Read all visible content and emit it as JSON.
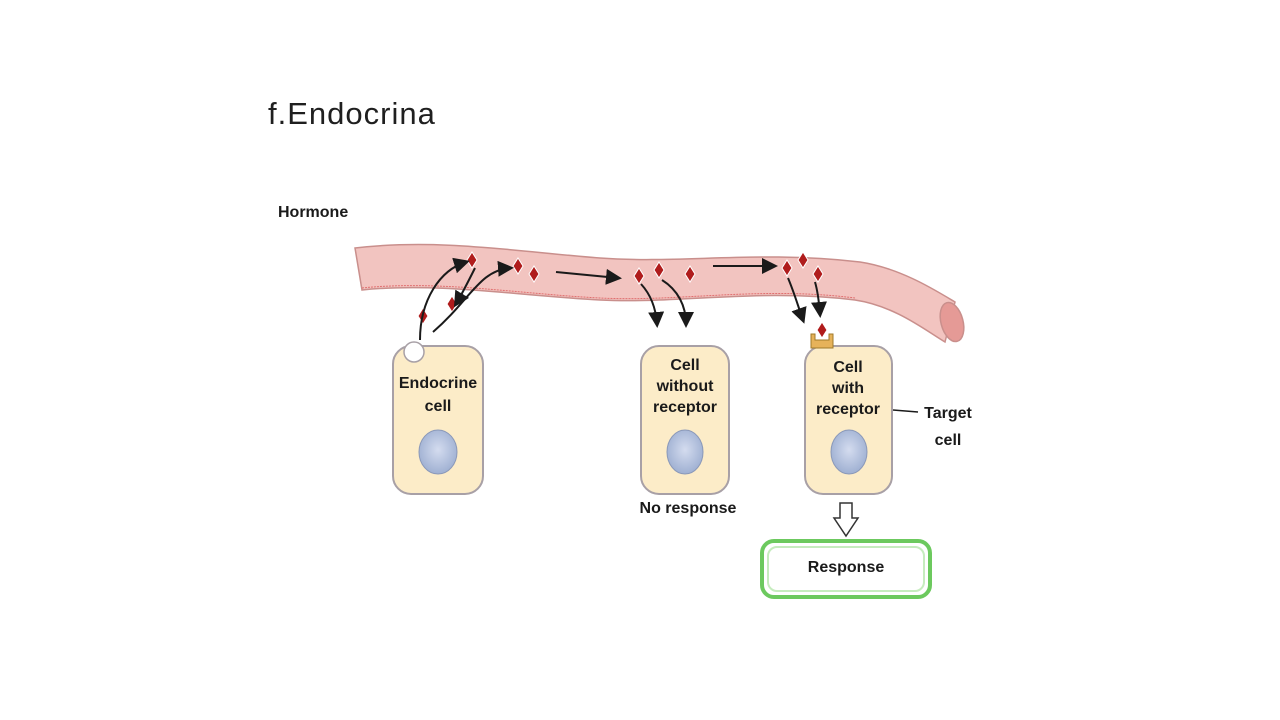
{
  "slide": {
    "title": "f.Endocrina"
  },
  "diagram": {
    "hormone_label": "Hormone",
    "endocrine_cell_label": [
      "Endocrine",
      "cell"
    ],
    "cell_without_receptor_label": [
      "Cell",
      "without",
      "receptor"
    ],
    "cell_with_receptor_label": [
      "Cell",
      "with",
      "receptor"
    ],
    "target_cell_label": [
      "Target",
      "cell"
    ],
    "no_response_label": "No response",
    "response_label": "Response",
    "colors": {
      "vessel_fill": "#f2c4c0",
      "vessel_edge": "#c98f8c",
      "hormone": "#b01c1c",
      "cell_fill": "#fcecc8",
      "cell_edge": "#a8a0a6",
      "nucleus": "#a9b8d8",
      "receptor": "#e6b25a",
      "response_border": "#6cc95e"
    }
  }
}
